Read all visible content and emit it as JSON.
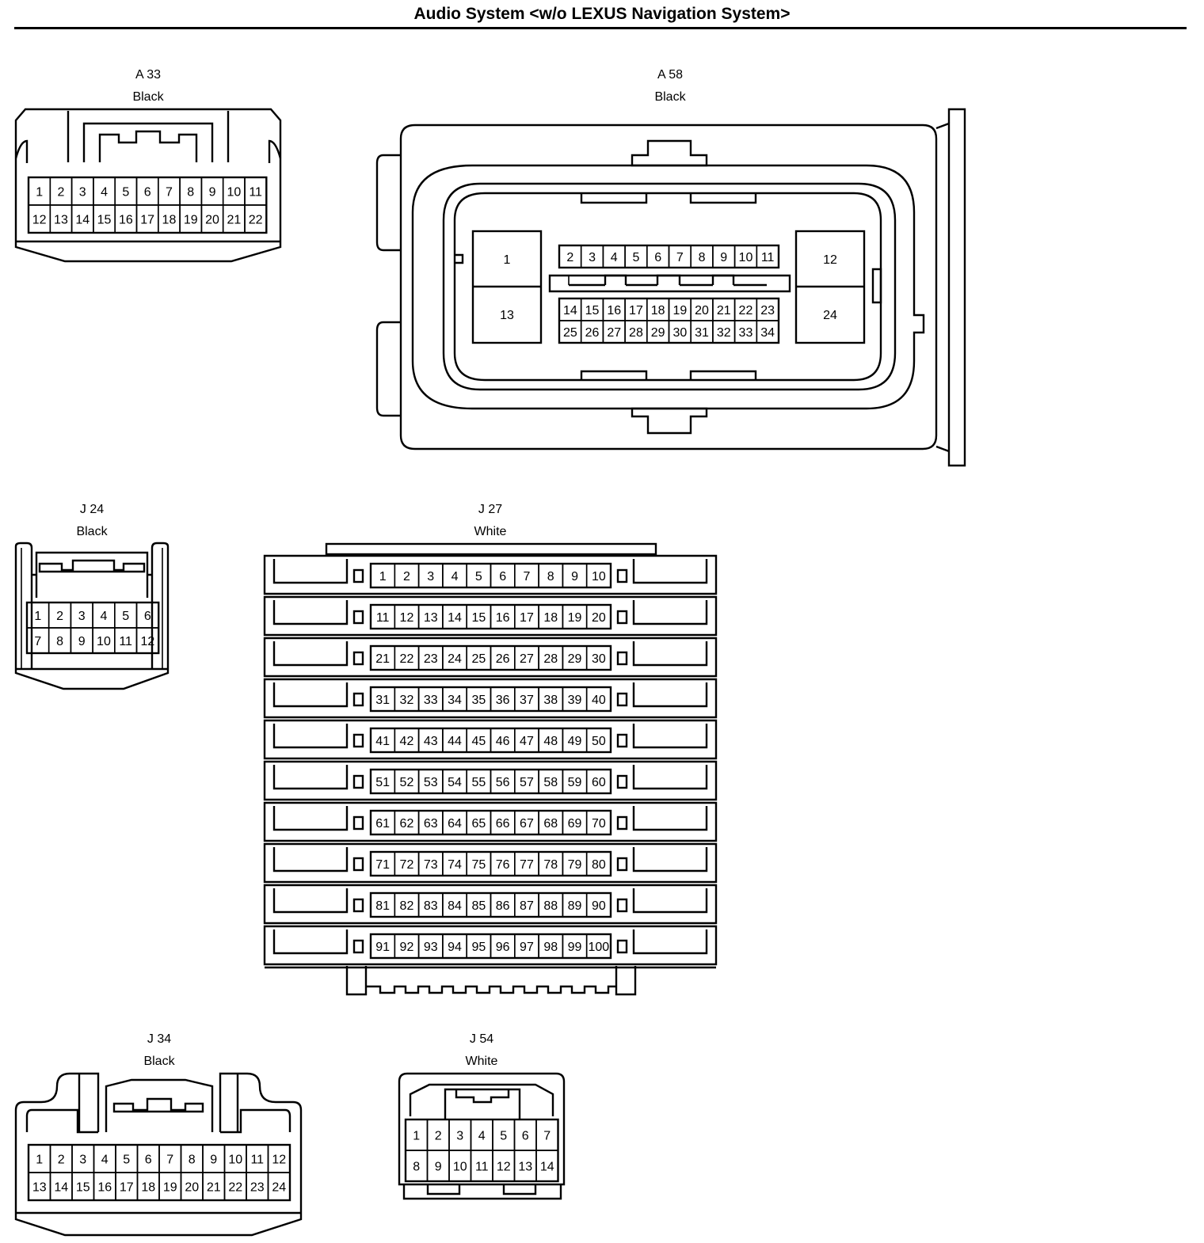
{
  "title": "Audio System <w/o LEXUS Navigation System>",
  "connectors": [
    {
      "id": "A 33",
      "color": "Black",
      "pins": 22
    },
    {
      "id": "A 58",
      "color": "Black",
      "pins": 34
    },
    {
      "id": "J 24",
      "color": "Black",
      "pins": 12
    },
    {
      "id": "J 27",
      "color": "White",
      "pins": 100
    },
    {
      "id": "J 34",
      "color": "Black",
      "pins": 24
    },
    {
      "id": "J 54",
      "color": "White",
      "pins": 14
    }
  ]
}
